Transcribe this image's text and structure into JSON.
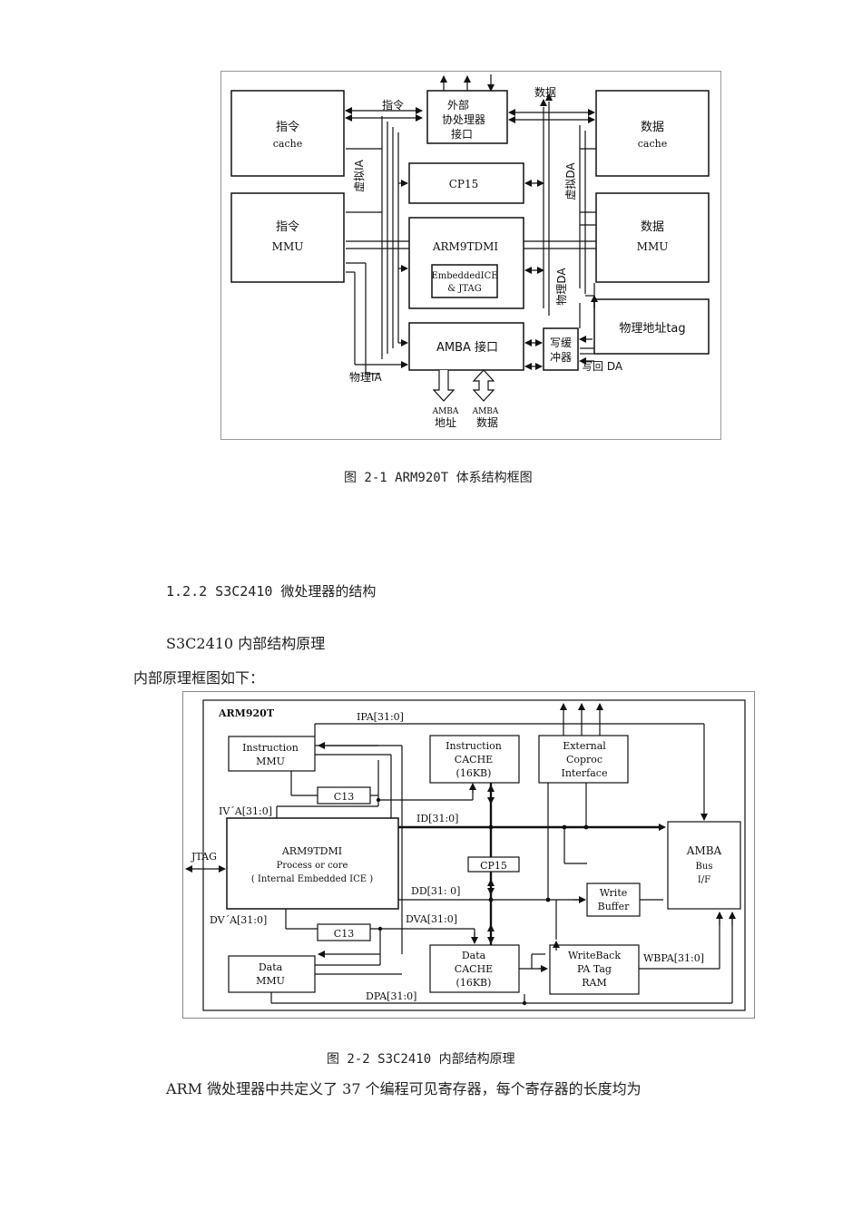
{
  "figure1": {
    "blocks": {
      "icache": [
        "指令",
        "cache"
      ],
      "immu": [
        "指令",
        "MMU"
      ],
      "coproc": [
        "外部",
        "协处理器",
        "接口"
      ],
      "cp15": "CP15",
      "core": "ARM9TDMI",
      "ice": [
        "EmbeddedICE",
        "& JTAG"
      ],
      "amba_if": "AMBA 接口",
      "dcache": [
        "数据",
        "cache"
      ],
      "dmmu": [
        "数据",
        "MMU"
      ],
      "phys_tag": "物理地址tag",
      "write_buffer": [
        "写缓",
        "冲器"
      ]
    },
    "labels": {
      "instr": "指令",
      "data": "数据",
      "virt_ia": "虚拟IA",
      "virt_da": "虚拟DA",
      "phys_da": "物理DA",
      "phys_ia": "物理IA",
      "writeback_da": "写回 DA",
      "amba_addr": [
        "AMBA",
        "地址"
      ],
      "amba_data": [
        "AMBA",
        "数据"
      ]
    },
    "caption": "图 2-1 ARM920T 体系结构框图"
  },
  "section_heading": "1.2.2 S3C2410 微处理器的结构",
  "para1": "S3C2410 内部结构原理",
  "para2": "内部原理框图如下：",
  "figure2": {
    "title": "ARM920T",
    "blocks": {
      "immu": [
        "Instruction",
        "MMU"
      ],
      "icache": [
        "Instruction",
        "CACHE",
        "(16KB)"
      ],
      "ext_coproc": [
        "External",
        "Coproc",
        "Interface"
      ],
      "c13_top": "C13",
      "core": [
        "ARM9TDMI",
        "Process or core",
        "( Internal Embedded ICE )"
      ],
      "cp15": "CP15",
      "amba": [
        "AMBA",
        "Bus",
        "I/F"
      ],
      "write_buffer": [
        "Write",
        "Buffer"
      ],
      "c13_bottom": "C13",
      "dmmu": [
        "Data",
        "MMU"
      ],
      "dcache": [
        "Data",
        "CACHE",
        "(16KB)"
      ],
      "wb_tag": [
        "WriteBack",
        "PA Tag",
        "RAM"
      ]
    },
    "labels": {
      "ipa": "IPA[31:0]",
      "iva": "IV´A[31:0]",
      "id": "ID[31:0]",
      "jtag": "JTAG",
      "dd": "DD[31: 0]",
      "dva_core": "DV´A[31:0]",
      "dva": "DVA[31:0]",
      "wbpa": "WBPA[31:0]",
      "dpa": "DPA[31:0]"
    },
    "caption": "图 2-2 S3C2410 内部结构原理"
  },
  "para3": "ARM 微处理器中共定义了 37 个编程可见寄存器，每个寄存器的长度均为"
}
